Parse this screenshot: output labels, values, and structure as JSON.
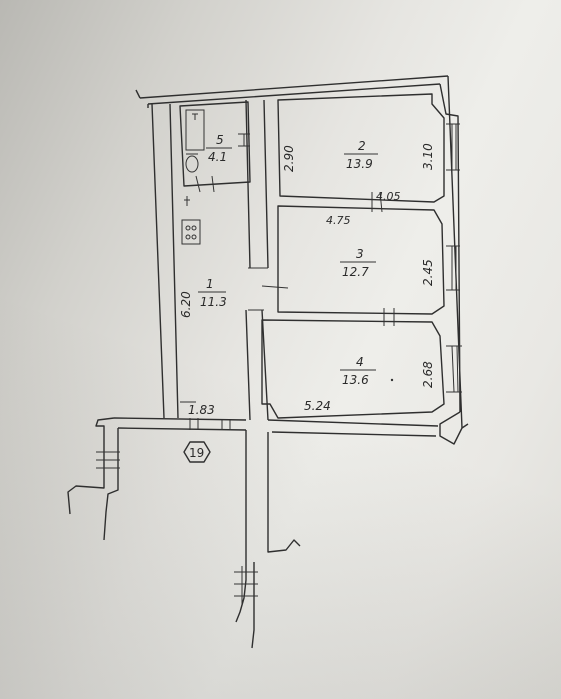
{
  "rooms": [
    {
      "id": "1",
      "area": "11.3"
    },
    {
      "id": "2",
      "area": "13.9"
    },
    {
      "id": "3",
      "area": "12.7"
    },
    {
      "id": "4",
      "area": "13.6"
    },
    {
      "id": "5",
      "area": "4.1"
    }
  ],
  "dimensions": {
    "room1_length": "6.20",
    "room1_width": "1.83",
    "room2_height": "2.90",
    "room2_right": "3.10",
    "room2_width": "4.05",
    "room3_width": "4.75",
    "room3_right": "2.45",
    "room4_right": "2.68",
    "room4_width": "5.24"
  },
  "apartment_number": "19"
}
